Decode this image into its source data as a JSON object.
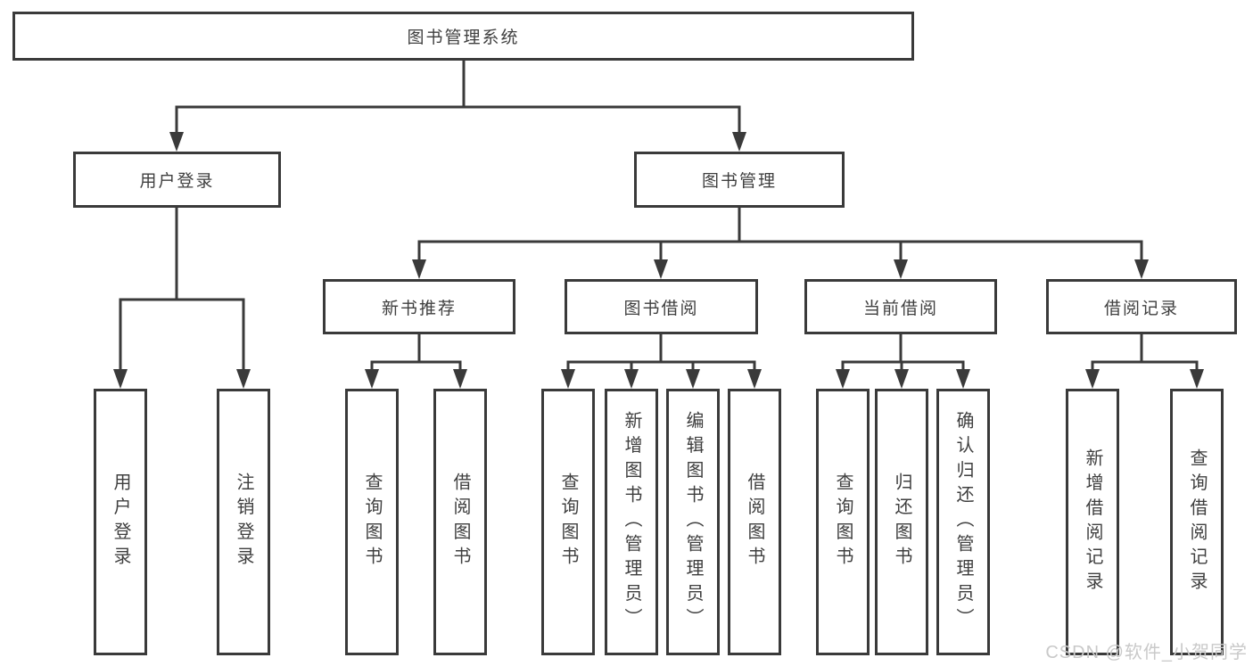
{
  "diagram": {
    "root": "图书管理系统",
    "branches": [
      {
        "label": "用户登录",
        "leaves": [
          "用户登录",
          "注销登录"
        ]
      },
      {
        "label": "图书管理",
        "groups": [
          {
            "label": "新书推荐",
            "leaves": [
              "查询图书",
              "借阅图书"
            ]
          },
          {
            "label": "图书借阅",
            "leaves": [
              "查询图书",
              "新增图书（管理员）",
              "编辑图书（管理员）",
              "借阅图书"
            ]
          },
          {
            "label": "当前借阅",
            "leaves": [
              "查询图书",
              "归还图书",
              "确认归还（管理员）"
            ]
          },
          {
            "label": "借阅记录",
            "leaves": [
              "新增借阅记录",
              "查询借阅记录"
            ]
          }
        ]
      }
    ]
  },
  "watermark": "CSDN @软件_小贺同学",
  "colors": {
    "line": "#3a3a3a",
    "text": "#3f3f3f",
    "watermark": "#c9c9c9",
    "background": "#ffffff"
  }
}
